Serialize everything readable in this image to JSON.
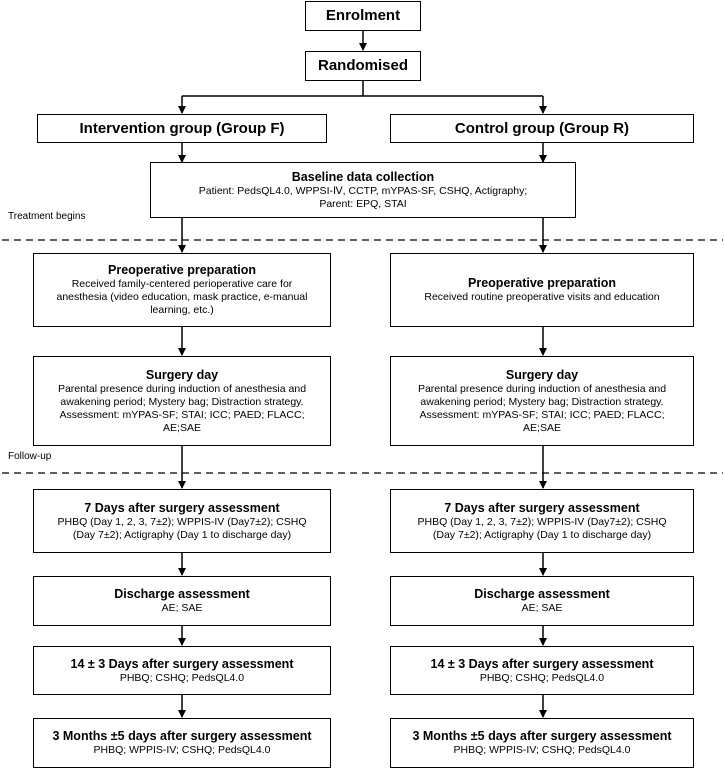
{
  "enrolment": "Enrolment",
  "randomised": "Randomised",
  "groups": {
    "intervention": "Intervention group (Group F)",
    "control": "Control group (Group R)"
  },
  "baseline": {
    "title": "Baseline data collection",
    "line1": "Patient: PedsQL4.0, WPPSI-Ⅳ, CCTP, mYPAS-SF, CSHQ, Actigraphy;",
    "line2": "Parent: EPQ, STAI"
  },
  "phase_labels": {
    "treatment": "Treatment begins",
    "followup": "Follow-up"
  },
  "left": {
    "preop": {
      "title": "Preoperative preparation",
      "l1": "Received family-centered perioperative care for",
      "l2": "anesthesia (video education, mask practice, e-manual",
      "l3": "learning, etc.)"
    },
    "surgery": {
      "title": "Surgery day",
      "l1": "Parental presence during induction of anesthesia and",
      "l2": "awakening period; Mystery bag; Distraction strategy.",
      "l3": "Assessment: mYPAS-SF; STAI; ICC; PAED; FLACC;",
      "l4": "AE;SAE"
    },
    "day7": {
      "title": "7 Days after surgery assessment",
      "l1": "PHBQ (Day 1, 2, 3, 7±2); WPPIS-IV (Day7±2); CSHQ",
      "l2": "(Day 7±2); Actigraphy (Day 1 to discharge day)"
    },
    "discharge": {
      "title": "Discharge assessment",
      "l1": "AE; SAE"
    },
    "day14": {
      "title": "14 ± 3 Days after surgery assessment",
      "l1": "PHBQ; CSHQ; PedsQL4.0"
    },
    "month3": {
      "title": "3 Months ±5 days after surgery assessment",
      "l1": "PHBQ; WPPIS-IV; CSHQ; PedsQL4.0"
    }
  },
  "right": {
    "preop": {
      "title": "Preoperative preparation",
      "l1": "Received routine preoperative visits and education"
    },
    "surgery": {
      "title": "Surgery day",
      "l1": "Parental presence during induction of anesthesia and",
      "l2": "awakening period; Mystery bag; Distraction strategy.",
      "l3": "Assessment: mYPAS-SF; STAI; ICC; PAED; FLACC;",
      "l4": "AE;SAE"
    },
    "day7": {
      "title": "7 Days after surgery assessment",
      "l1": "PHBQ (Day 1, 2, 3, 7±2); WPPIS-IV (Day7±2); CSHQ",
      "l2": "(Day 7±2); Actigraphy (Day 1 to discharge day)"
    },
    "discharge": {
      "title": "Discharge assessment",
      "l1": "AE; SAE"
    },
    "day14": {
      "title": "14 ± 3 Days after surgery assessment",
      "l1": "PHBQ; CSHQ; PedsQL4.0"
    },
    "month3": {
      "title": "3 Months ±5 days after surgery assessment",
      "l1": "PHBQ; WPPIS-IV; CSHQ; PedsQL4.0"
    }
  }
}
